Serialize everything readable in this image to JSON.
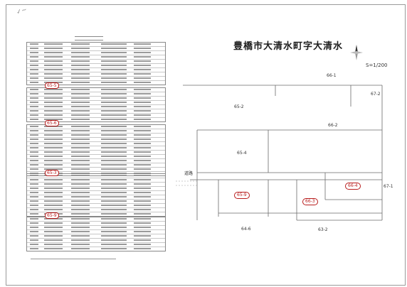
{
  "sheet": {
    "title": "豊橋市大清水町字大清水",
    "scale": "S=1/200"
  },
  "tables": {
    "parcel_badges": [
      "65-5",
      "65-6",
      "65-3",
      "65-9"
    ]
  },
  "map": {
    "parcels": [
      "66-1",
      "67-2",
      "65-2",
      "66-2",
      "65-4",
      "67-1",
      "64-6",
      "63-2"
    ],
    "highlighted": [
      "65-9",
      "66-3",
      "66-4"
    ],
    "road_label": "道路"
  }
}
